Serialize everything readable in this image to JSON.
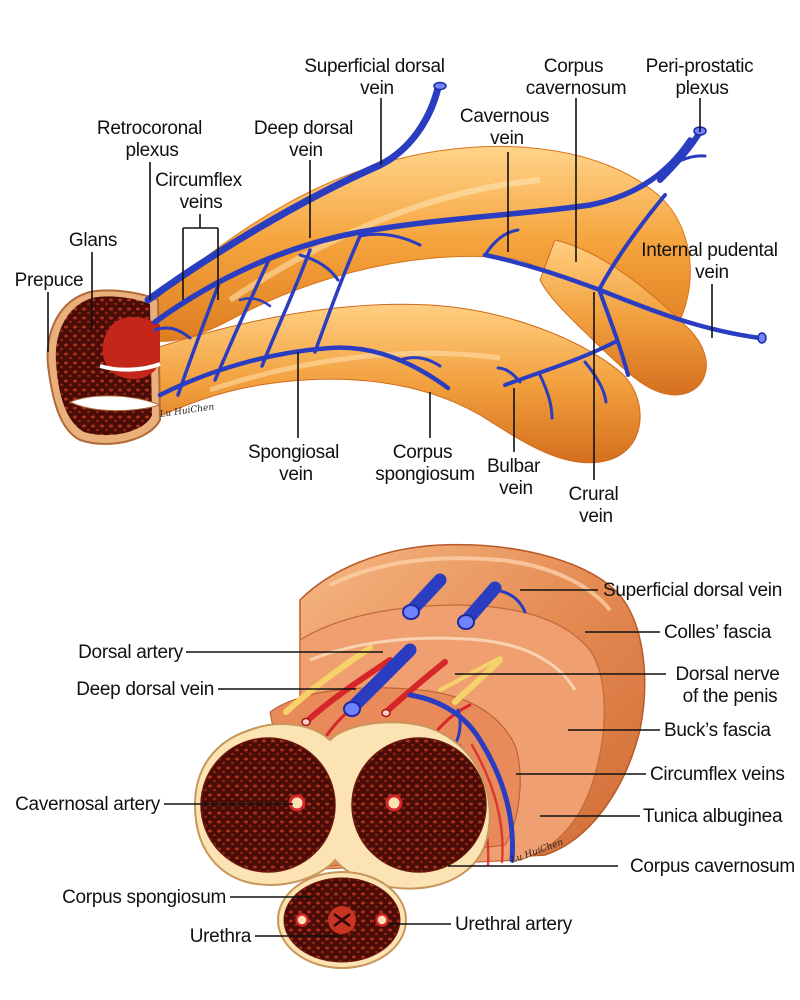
{
  "top_figure": {
    "labels": {
      "superficial_dorsal_vein": [
        "Superficial dorsal",
        "vein"
      ],
      "corpus_cavernosum": [
        "Corpus",
        "cavernosum"
      ],
      "peri_prostatic_plexus": [
        "Peri-prostatic",
        "plexus"
      ],
      "retrocoronal_plexus": [
        "Retrocoronal",
        "plexus"
      ],
      "deep_dorsal_vein": [
        "Deep dorsal",
        "vein"
      ],
      "cavernous_vein": [
        "Cavernous",
        "vein"
      ],
      "circumflex_veins": [
        "Circumflex",
        "veins"
      ],
      "glans": [
        "Glans"
      ],
      "internal_pudendal_vein": [
        "Internal pudental",
        "vein"
      ],
      "prepuce": [
        "Prepuce"
      ],
      "spongiosal_vein": [
        "Spongiosal",
        "vein"
      ],
      "corpus_spongiosum": [
        "Corpus",
        "spongiosum"
      ],
      "bulbar_vein": [
        "Bulbar",
        "vein"
      ],
      "crural_vein": [
        "Crural",
        "vein"
      ]
    },
    "signature": "Lu HuiChen"
  },
  "bottom_figure": {
    "labels": {
      "superficial_dorsal_vein": "Superficial dorsal vein",
      "colles_fascia": "Colles’ fascia",
      "dorsal_artery": "Dorsal artery",
      "dorsal_nerve": [
        "Dorsal nerve",
        "of the penis"
      ],
      "deep_dorsal_vein": "Deep dorsal vein",
      "bucks_fascia": "Buck’s fascia",
      "circumflex_veins": "Circumflex veins",
      "cavernosal_artery": "Cavernosal artery",
      "tunica_albuginea": "Tunica albuginea",
      "corpus_cavernosum": "Corpus cavernosum",
      "corpus_spongiosum": "Corpus spongiosum",
      "urethral_artery": "Urethral artery",
      "urethra": "Urethra"
    },
    "signature": "Lu HuiChen"
  },
  "colors": {
    "vein": "#2a3cc0",
    "artery": "#d6262a",
    "erectile_body": "#f0a23a",
    "erectile_tissue": "#5a1208",
    "fascia": "#e88a55",
    "nerve": "#f6d26a"
  }
}
